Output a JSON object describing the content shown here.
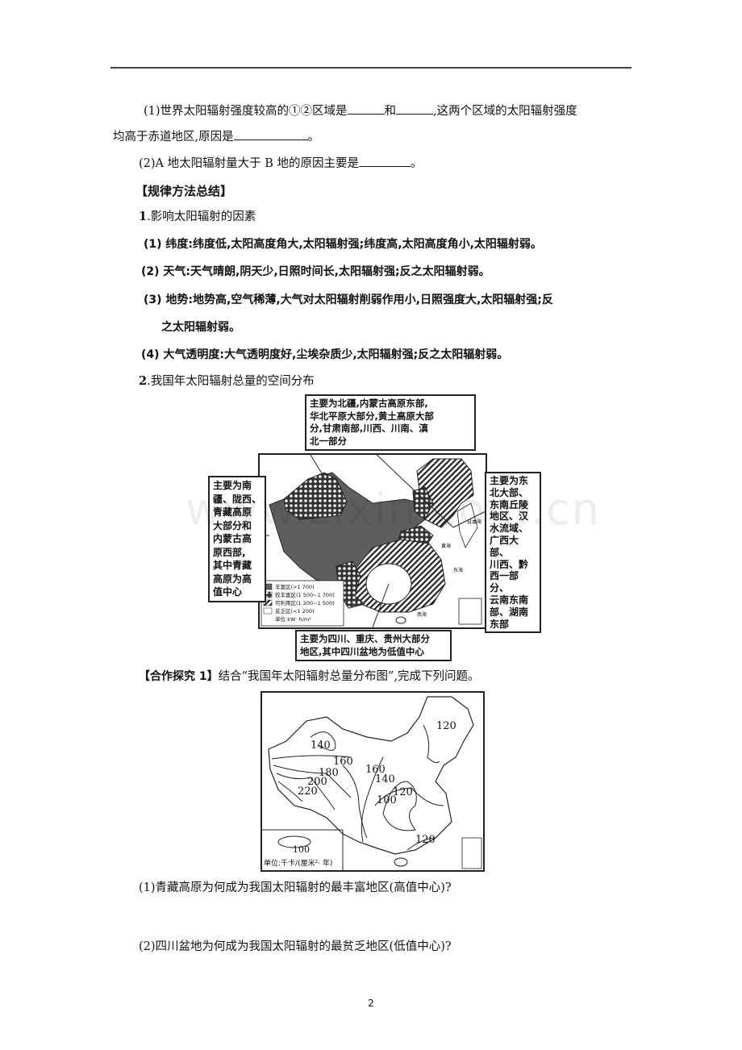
{
  "questions_top": {
    "q1_part1": "(1)世界太阳辐射强度较高的①②区域是",
    "q1_and": "和",
    "q1_part2": ",这两个区域的太阳辐射强度",
    "q1_line2": "均高于赤道地区,原因是",
    "q1_end": "。",
    "q2": "(2)A 地太阳辐射量大于 B 地的原因主要是",
    "q2_end": "。"
  },
  "summary": {
    "heading": "【规律方法总结】",
    "item1_num": "1",
    "item1_title": ".影响太阳辐射的因素",
    "factors": [
      "(1) 纬度:纬度低,太阳高度角大,太阳辐射强;纬度高,太阳高度角小,太阳辐射弱。",
      "(2) 天气:天气晴朗,阴天少,日照时间长,太阳辐射强;反之太阳辐射弱。",
      "(3) 地势:地势高,空气稀薄,大气对太阳辐射削弱作用小,日照强度大,太阳辐射强;反",
      "之太阳辐射弱。",
      "(4) 大气透明度:大气透明度好,尘埃杂质少,太阳辐射强;反之太阳辐射弱。"
    ],
    "item2_num": "2",
    "item2_title": ".我国年太阳辐射总量的空间分布"
  },
  "map1": {
    "callout_top": [
      "主要为北疆,内蒙古高原东部,",
      "华北平原大部分,黄土高原大部",
      "分,甘肃南部,川西、川南、滇",
      "北一部分"
    ],
    "callout_left": [
      "主要为南",
      "疆、陇西、",
      "青藏高原",
      "大部分和",
      "内蒙古高",
      "原西部,",
      "其中青藏",
      "高原为高",
      "值中心"
    ],
    "callout_right": [
      "主要为东",
      "北大部、",
      "东南丘陵",
      "地区、汉",
      "水流域、",
      "广西大部、",
      "川西、黔",
      "西一部分、",
      "云南东南",
      "部、湖南",
      "东部"
    ],
    "callout_bottom": [
      "主要为四川、重庆、贵州大部分",
      "地区,其中四川盆地为低值中心"
    ],
    "legend": [
      {
        "label": "丰富区(>1 700)",
        "color": "#5a5a5a"
      },
      {
        "label": "较丰富区(1 500~1 700)",
        "color": "#888888"
      },
      {
        "label": "可利用区(1 200~1 500)",
        "color": "#bbbbbb"
      },
      {
        "label": "贫乏区(<1 200)",
        "color": "#ffffff"
      }
    ],
    "legend_unit": "单位:kW· h/m²",
    "sea_labels": [
      "日本海",
      "黄海",
      "东海",
      "南海"
    ]
  },
  "cooperative": {
    "heading": "【合作探究 1】",
    "text": "结合“我国年太阳辐射总量分布图”,完成下列问题。"
  },
  "map2": {
    "isolines": [
      "140",
      "160",
      "180",
      "200",
      "220",
      "160",
      "140",
      "120",
      "100",
      "120",
      "120"
    ],
    "legend_value": "100",
    "legend_unit": "单位:千卡/(厘米²· 年)"
  },
  "questions_bottom": {
    "q1": "(1)青藏高原为何成为我国太阳辐射的最丰富地区(高值中心)?",
    "q2": "(2)四川盆地为何成为我国太阳辐射的最贫乏地区(低值中心)?"
  },
  "page_number": "2",
  "watermark": "www.zixin.com.cn"
}
